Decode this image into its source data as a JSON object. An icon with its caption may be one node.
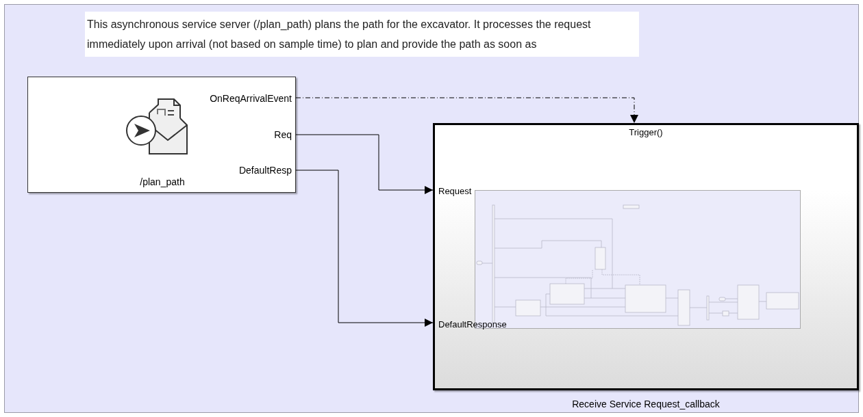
{
  "diagram": {
    "nodes": [
      {
        "text": [
          "OnReqArrivalEvent",
          "Req",
          "DefaultResp",
          "/plan_path"
        ]
      },
      {
        "text": [
          "Trigger()",
          "Request",
          "DefaultResponse"
        ],
        "beside": [
          "Receive Service Request_callback"
        ]
      }
    ],
    "edges": [
      {
        "from": 0,
        "to": 1,
        "arrow": "to",
        "style": "dashed"
      },
      {
        "from": 0,
        "to": 1,
        "arrow": "to"
      },
      {
        "from": 0,
        "to": 1,
        "arrow": "to"
      }
    ],
    "labels": [
      "This asynchronous service server (/plan_path) plans the path for the excavator. It processes the request immediately upon arrival (not based on sample time) to plan and provide the path as soon as"
    ]
  }
}
